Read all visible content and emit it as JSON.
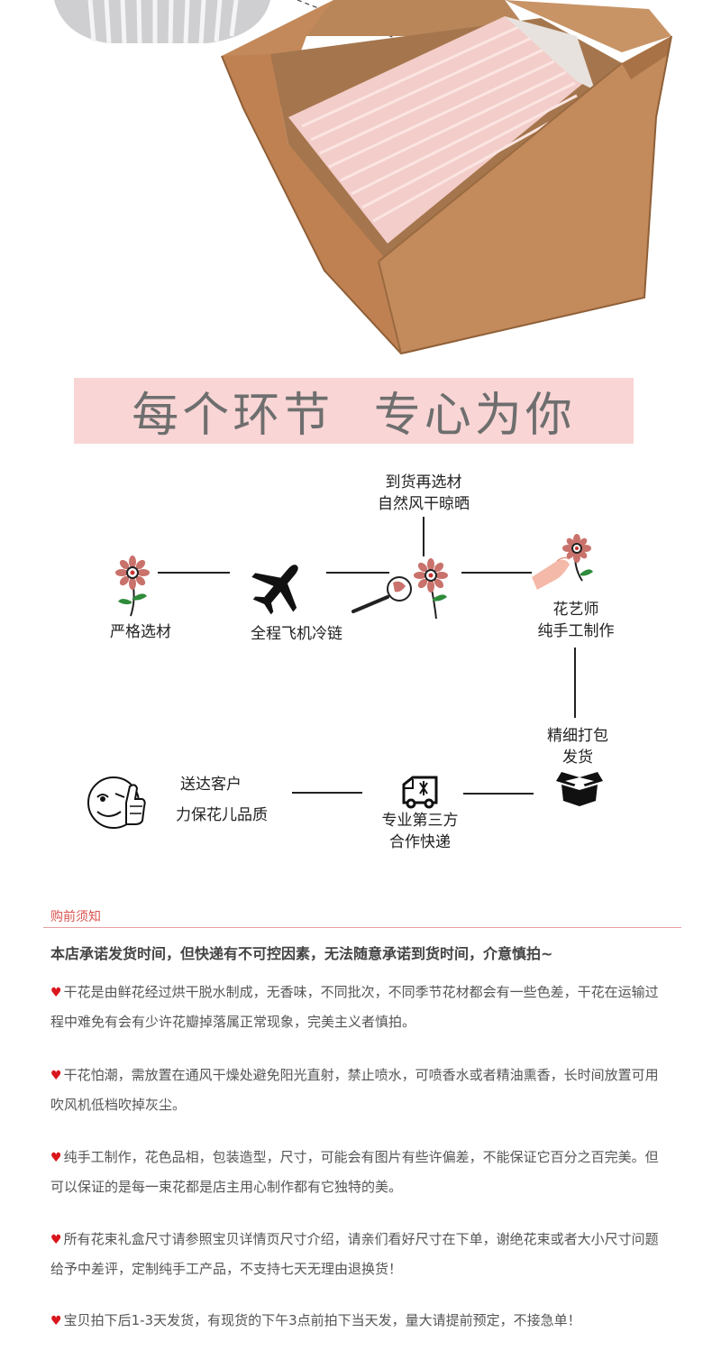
{
  "banner": {
    "title": "每个环节  专心为你"
  },
  "process": {
    "step_select": "严格选材",
    "step_flight": "全程飞机冷链",
    "step_dry_line1": "到货再选材",
    "step_dry_line2": "自然风干晾晒",
    "step_florist_line1": "花艺师",
    "step_florist_line2": "纯手工制作",
    "step_pack_line1": "精细打包",
    "step_pack_line2": "发货",
    "step_express_line1": "专业第三方",
    "step_express_line2": "合作快递",
    "step_deliver_line1": "送达客户",
    "step_deliver_line2": "力保花儿品质"
  },
  "notice": {
    "title": "购前须知",
    "lead": "本店承诺发货时间，但快递有不可控因素，无法随意承诺到货时间，介意慎拍~",
    "items": [
      "干花是由鲜花经过烘干脱水制成，无香味，不同批次，不同季节花材都会有一些色差，干花在运输过程中难免有会有少许花瓣掉落属正常现象，完美主义者慎拍。",
      "干花怕潮，需放置在通风干燥处避免阳光直射，禁止喷水，可喷香水或者精油熏香，长时间放置可用吹风机低档吹掉灰尘。",
      "纯手工制作，花色品相，包装造型，尺寸，可能会有图片有些许偏差，不能保证它百分之百完美。但可以保证的是每一束花都是店主用心制作都有它独特的美。",
      "所有花束礼盒尺寸请参照宝贝详情页尺寸介绍，请亲们看好尺寸在下单，谢绝花束或者大小尺寸问题给予中差评，定制纯手工产品，不支持七天无理由退换货！",
      "宝贝拍下后1-3天发货，有现货的下午3点前拍下当天发，量大请提前预定，不接急单！"
    ],
    "heart_glyph": "♥"
  }
}
